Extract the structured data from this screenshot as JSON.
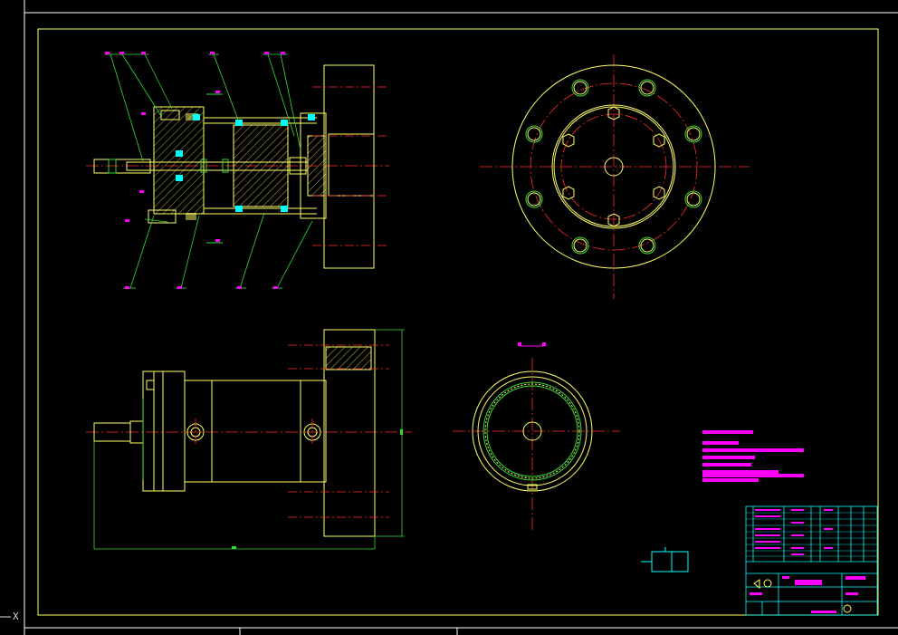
{
  "colors": {
    "background": "#000000",
    "outline": "#ffff66",
    "center_line": "#ff2a2a",
    "leader_line": "#33dd33",
    "annotation": "#ff00ff",
    "fill_cyan": "#00ffff",
    "title_block": "#00ffff",
    "hatch": "#ffff66",
    "border": "#ffffff"
  },
  "ucs_icon": {
    "axis_label": "X"
  },
  "drawing": {
    "views": [
      "section-view",
      "flange-end-view",
      "side-elevation",
      "rod-end-view",
      "symbol"
    ],
    "title_block": {
      "present": true,
      "text_legible": false
    },
    "technical_notes": {
      "present": true,
      "text_legible": false
    }
  }
}
